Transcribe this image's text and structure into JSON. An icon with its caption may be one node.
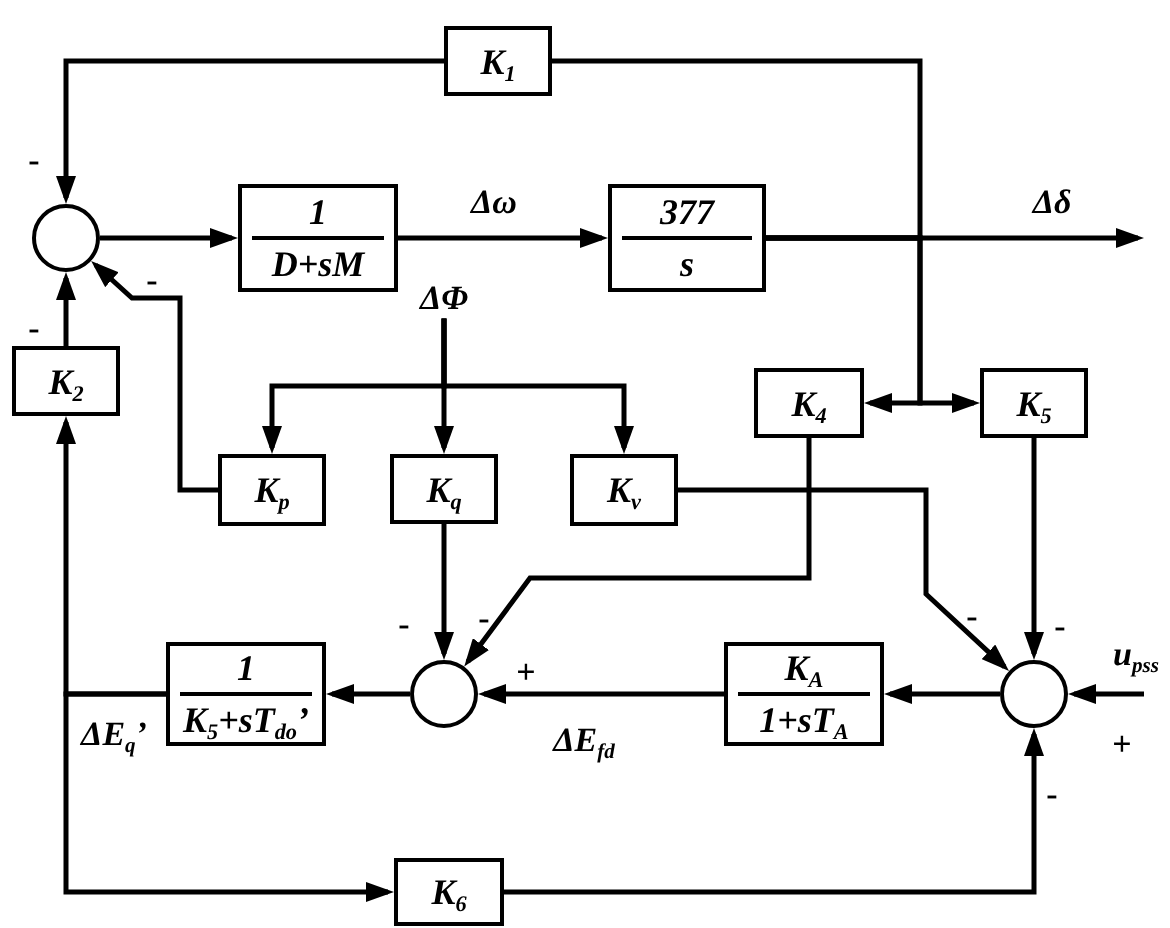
{
  "diagram": {
    "nodes": [
      {
        "text": [
          "K$_{1}$"
        ]
      },
      {
        "text": [],
        "shape": "circle"
      },
      {
        "text": [
          "1",
          "D+sM"
        ]
      },
      {
        "text": [
          "377",
          "s"
        ]
      },
      {
        "text": [
          "ΔΦ"
        ]
      },
      {
        "text": [
          "K$_{2}$"
        ]
      },
      {
        "text": [
          "K$_{4}$"
        ]
      },
      {
        "text": [
          "K$_{5}$"
        ]
      },
      {
        "text": [
          "K$_{p}$"
        ]
      },
      {
        "text": [
          "K$_{q}$"
        ]
      },
      {
        "text": [
          "K$_{v}$"
        ]
      },
      {
        "text": [
          "1",
          "K$_{5}$+sT$_{do}$’"
        ]
      },
      {
        "text": [],
        "shape": "circle"
      },
      {
        "text": [
          "K$_{A}$",
          "1+sT$_{A}$"
        ]
      },
      {
        "text": [],
        "shape": "circle"
      },
      {
        "text": [
          "K$_{6}$"
        ]
      }
    ],
    "edges": [
      {
        "from": 0,
        "to": 1,
        "arrow": "to"
      },
      {
        "from": 1,
        "to": 2,
        "arrow": "to"
      },
      {
        "from": 2,
        "to": 3,
        "arrow": "to",
        "label": "Δω"
      },
      {
        "from": 3,
        "to": null,
        "arrow": "to",
        "label": "Δδ"
      },
      {
        "from": 3,
        "to": 0,
        "arrow": "none"
      },
      {
        "from": 3,
        "to": 6,
        "arrow": "to"
      },
      {
        "from": 3,
        "to": 7,
        "arrow": "to"
      },
      {
        "from": 5,
        "to": 1,
        "arrow": "to"
      },
      {
        "from": 8,
        "to": 1,
        "arrow": "to"
      },
      {
        "from": 4,
        "to": 8,
        "arrow": "to"
      },
      {
        "from": 4,
        "to": 9,
        "arrow": "to"
      },
      {
        "from": 4,
        "to": 10,
        "arrow": "to"
      },
      {
        "from": 6,
        "to": 12,
        "arrow": "to"
      },
      {
        "from": 9,
        "to": 12,
        "arrow": "to"
      },
      {
        "from": 10,
        "to": 14,
        "arrow": "to"
      },
      {
        "from": 7,
        "to": 14,
        "arrow": "to"
      },
      {
        "from": null,
        "to": 14,
        "arrow": "to",
        "label": "u$_{pss}$"
      },
      {
        "from": 14,
        "to": 13,
        "arrow": "to"
      },
      {
        "from": 13,
        "to": 12,
        "arrow": "to",
        "label": "ΔE$_{fd}$"
      },
      {
        "from": 12,
        "to": 11,
        "arrow": "to"
      },
      {
        "from": 11,
        "to": 5,
        "arrow": "to",
        "label": "ΔE$_{q}$’"
      },
      {
        "from": 11,
        "to": 15,
        "arrow": "to"
      },
      {
        "from": 15,
        "to": 14,
        "arrow": "to"
      }
    ],
    "labels": [
      "-",
      "-",
      "-",
      "-",
      "-",
      "-",
      "-",
      "+",
      "+",
      "-"
    ]
  }
}
